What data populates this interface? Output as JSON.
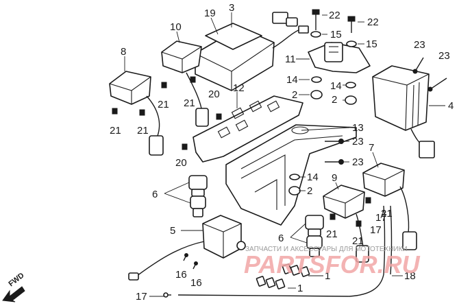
{
  "diagram": {
    "labels": {
      "n1a": "1",
      "n1b": "1",
      "n2a": "2",
      "n2b": "2",
      "n2c": "2",
      "n3": "3",
      "n4": "4",
      "n5": "5",
      "n6a": "6",
      "n6b": "6",
      "n7": "7",
      "n8": "8",
      "n9": "9",
      "n10": "10",
      "n11": "11",
      "n12": "12",
      "n13": "13",
      "n14a": "14",
      "n14b": "14",
      "n14c": "14",
      "n15a": "15",
      "n15b": "15",
      "n16a": "16",
      "n16b": "16",
      "n17a": "17",
      "n17b": "17",
      "n17c": "17",
      "n18": "18",
      "n19": "19",
      "n20a": "20",
      "n20b": "20",
      "n21a": "21",
      "n21b": "21",
      "n21c": "21",
      "n21d": "21",
      "n21e": "21",
      "n21f": "21",
      "n21g": "21",
      "n22a": "22",
      "n22b": "22",
      "n23a": "23",
      "n23b": "23",
      "n23c": "23",
      "n23d": "23"
    },
    "direction_label": "FWD",
    "watermark": {
      "text": "ЗАПЧАСТИ И АКСЕССУАРЫ ДЛЯ МОТОТЕХНИКИ",
      "logo": "PARTSFOR.RU",
      "color": "#f2a6a6"
    }
  }
}
